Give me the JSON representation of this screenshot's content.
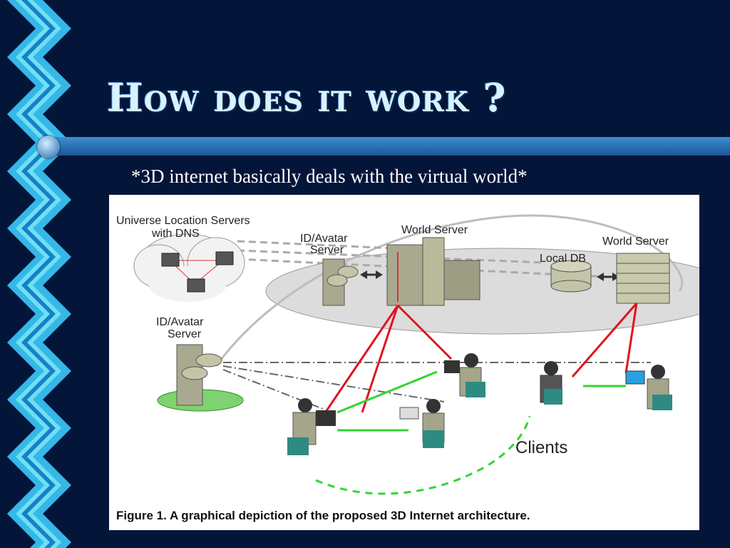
{
  "slide": {
    "title": "How does it work ?",
    "subtitle": "*3D internet basically deals with the virtual world*"
  },
  "figure": {
    "labels": {
      "universe_servers": [
        "Universe Location Servers",
        "with DNS"
      ],
      "id_avatar_top": [
        "ID/Avatar",
        "Server"
      ],
      "world_server_center": "World Server",
      "local_db": "Local DB",
      "world_server_right": "World Server",
      "id_avatar_left": [
        "ID/Avatar",
        "Server"
      ],
      "clients": "Clients"
    },
    "caption": "Figure 1. A graphical depiction of the proposed 3D Internet architecture."
  },
  "colors": {
    "background": "#04153a",
    "accent_bar": "#2a6fb2",
    "title_text": "#d9f2ff",
    "link_red": "#e0141e",
    "link_green": "#33d433"
  }
}
